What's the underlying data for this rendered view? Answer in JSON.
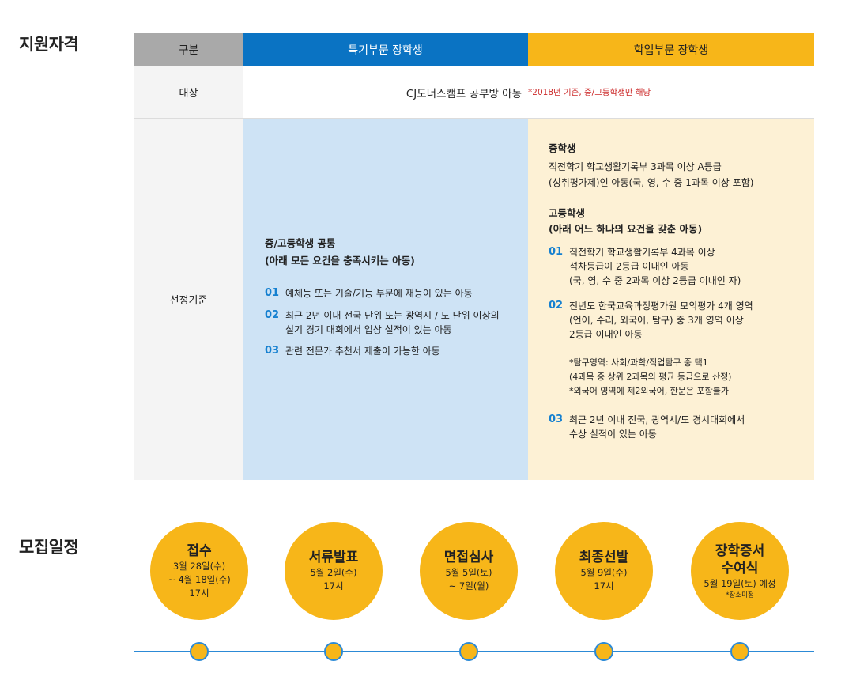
{
  "sections": {
    "eligibility": "지원자격",
    "schedule": "모집일정"
  },
  "table": {
    "headers": {
      "gubun": "구분",
      "special": "특기부문 장학생",
      "academic": "학업부문 장학생"
    },
    "target": {
      "label": "대상",
      "main": "CJ도너스캠프 공부방 아동",
      "note": "*2018년 기준, 중/고등학생만 해당"
    },
    "criteria": {
      "label": "선정기준",
      "special": {
        "heading1": "중/고등학생 공통",
        "heading2": "(아래 모든 요건을 충족시키는 아동)",
        "items": [
          {
            "num": "01",
            "lines": [
              "예체능 또는 기술/기능 부문에 재능이 있는 아동"
            ]
          },
          {
            "num": "02",
            "lines": [
              "최근 2년 이내 전국 단위 또는 광역시 / 도 단위 이상의",
              "실기 경기 대회에서 입상 실적이 있는 아동"
            ]
          },
          {
            "num": "03",
            "lines": [
              "관련 전문가 추천서 제출이 가능한 아동"
            ]
          }
        ]
      },
      "academic": {
        "middle_title": "중학생",
        "middle_line1": "직전학기 학교생활기록부 3과목 이상 A등급",
        "middle_line2": "(성취평가제)인 아동(국, 영, 수 중 1과목 이상 포함)",
        "high_title": "고등학생",
        "high_sub": "(아래 어느 하나의 요건을 갖춘 아동)",
        "items": [
          {
            "num": "01",
            "lines": [
              "직전학기 학교생활기록부 4과목 이상",
              "석차등급이 2등급 이내인 아동",
              "(국, 영, 수 중 2과목 이상 2등급 이내인 자)"
            ]
          },
          {
            "num": "02",
            "lines": [
              "전년도 한국교육과정평가원 모의평가 4개 영역",
              "(언어, 수리, 외국어, 탐구) 중 3개 영역 이상",
              "2등급 이내인 아동"
            ]
          },
          {
            "num": "03",
            "lines": [
              "최근 2년 이내 전국, 광역시/도 경시대회에서",
              "수상 실적이 있는 아동"
            ]
          }
        ],
        "notes": [
          "*탐구영역: 사회/과학/직업탐구 중 택1",
          "(4과목 중 상위 2과목의 평균 등급으로 산정)",
          "*외국어 영역에 제2외국어, 한문은 포함불가"
        ]
      }
    }
  },
  "schedule": [
    {
      "title": [
        "접수"
      ],
      "sub": [
        "3월 28일(수)",
        "~ 4월 18일(수)",
        "17시"
      ],
      "note": ""
    },
    {
      "title": [
        "서류발표"
      ],
      "sub": [
        "5월 2일(수)",
        "17시"
      ],
      "note": ""
    },
    {
      "title": [
        "면접심사"
      ],
      "sub": [
        "5월 5일(토)",
        "~ 7일(월)"
      ],
      "note": ""
    },
    {
      "title": [
        "최종선발"
      ],
      "sub": [
        "5월 9일(수)",
        "17시"
      ],
      "note": ""
    },
    {
      "title": [
        "장학증서",
        "수여식"
      ],
      "sub": [
        "5월 19일(토) 예정"
      ],
      "note": "*장소미정"
    }
  ],
  "colors": {
    "special_header": "#0a73c3",
    "academic_header": "#f7b619",
    "special_bg": "#cee3f5",
    "academic_bg": "#fdf1d5",
    "number_accent": "#1580d0",
    "note_red": "#cc2a2a",
    "timeline": "#2c8ad6"
  }
}
